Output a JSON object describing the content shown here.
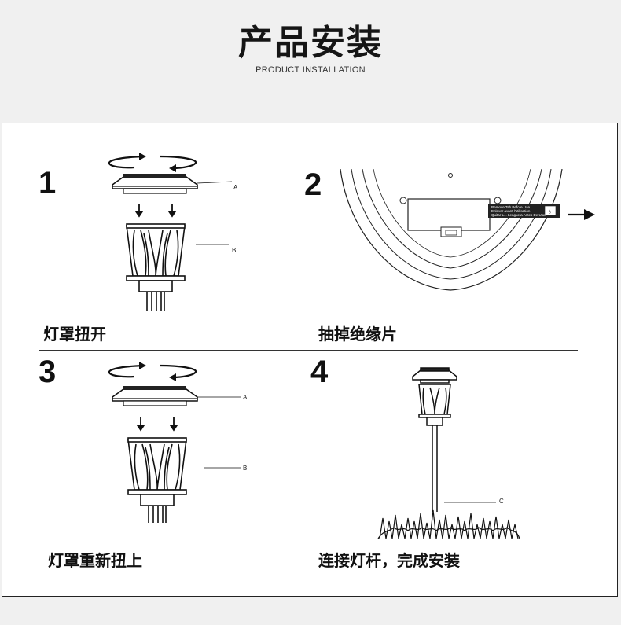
{
  "header": {
    "title": "产品安装",
    "subtitle": "PRODUCT INSTALLATION"
  },
  "steps": [
    {
      "number": "1",
      "caption": "灯罩扭开",
      "labels": [
        "A",
        "B"
      ]
    },
    {
      "number": "2",
      "caption": "抽掉绝缘片",
      "tab_text": [
        "Remove Tab Before Use",
        "Enlever avant l'utilisation",
        "Quitar L... Lengueta Antes De Usar"
      ]
    },
    {
      "number": "3",
      "caption": "灯罩重新扭上",
      "labels": [
        "A",
        "B"
      ]
    },
    {
      "number": "4",
      "caption": "连接灯杆，完成安装",
      "labels": [
        "C"
      ]
    }
  ]
}
